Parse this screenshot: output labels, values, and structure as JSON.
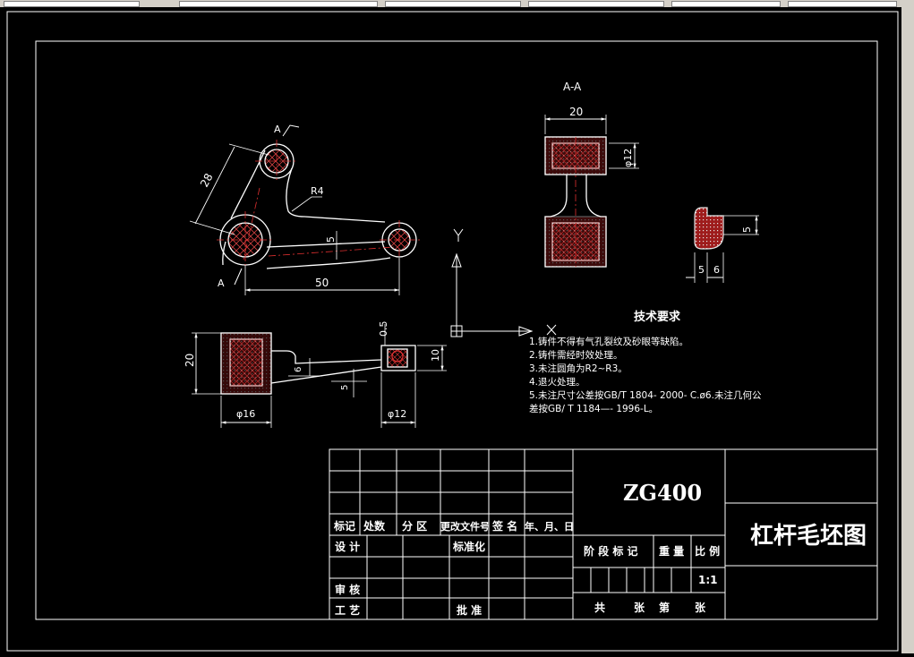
{
  "drawing": {
    "section_label": "A-A",
    "section_mark_top": "A",
    "section_mark_bottom": "A",
    "axis_label": "Y",
    "dims": {
      "center_distance": "28",
      "fillet": "R4",
      "rib": "5",
      "length": "50",
      "width_aa": "20",
      "dia_aa": "φ12",
      "height": "20",
      "dia_big": "φ16",
      "dia_small": "φ12",
      "t05": "0.5",
      "t6": "6",
      "t5": "5",
      "t10": "10",
      "flange_h": "5",
      "flange_w1": "5",
      "flange_w2": "6"
    }
  },
  "tech_requirements": {
    "title": "技术要求",
    "items": [
      "1.铸件不得有气孔裂纹及砂眼等缺陷。",
      "2.铸件需经时效处理。",
      "3.未注圆角为R2~R3。",
      "4.退火处理。",
      "5.未注尺寸公差按GB/T 1804- 2000- C.ø6.未注几何公",
      "差按GB/ T 1184—- 1996-L。"
    ]
  },
  "title_block": {
    "material": "ZG400",
    "drawing_name": "杠杆毛坯图",
    "col_headers": [
      "标记",
      "处数",
      "分 区",
      "更改文件号",
      "签 名",
      "年、月、日"
    ],
    "row_design": "设 计",
    "row_standard": "标准化",
    "row_review": "审 核",
    "row_process": "工 艺",
    "row_approve": "批 准",
    "stage_mark": "阶 段 标 记",
    "weight": "重 量",
    "scale_label": "比 例",
    "scale_value": "1:1",
    "total": "共",
    "sheets": "张",
    "sheet_no": "第",
    "sheet_unit": "张"
  }
}
